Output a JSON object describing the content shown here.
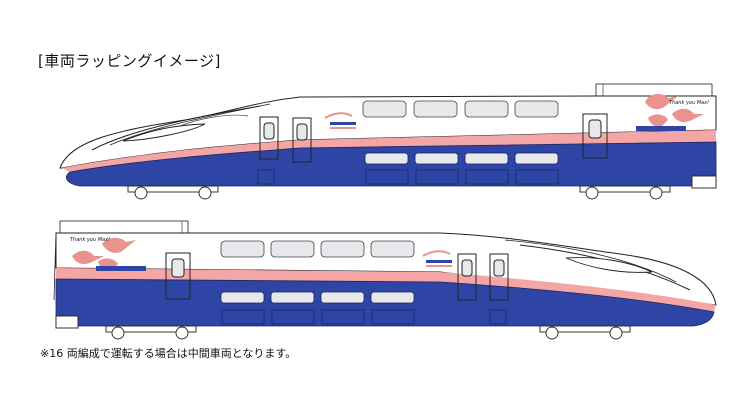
{
  "heading": "[車両ラッピングイメージ]",
  "footnote": "※16 両編成で運転する場合は中間車両となります。",
  "wrap": {
    "message": "Thank you Max!",
    "colors": {
      "upper_body": "#ffffff",
      "stripe": "#f4a6a6",
      "lower_body": "#2f45a6",
      "lower_body_dark": "#243a95",
      "window": "#d9dde3",
      "bird": "#e9928e"
    }
  },
  "cars": [
    {
      "id": "car-top",
      "cab_end": "left"
    },
    {
      "id": "car-bottom",
      "cab_end": "right"
    }
  ]
}
